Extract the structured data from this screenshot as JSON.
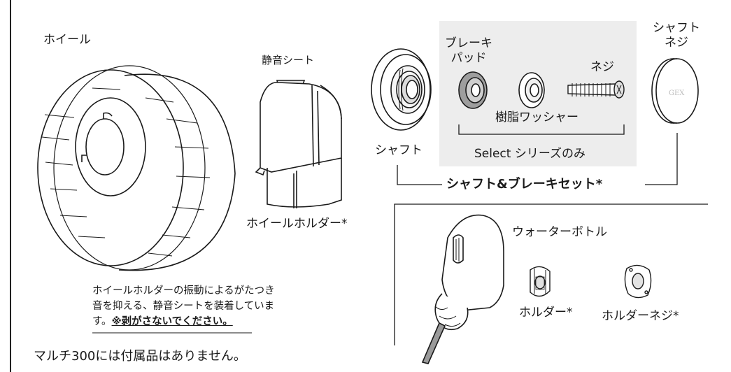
{
  "wheel": {
    "label": "ホイール"
  },
  "silent_sheet": {
    "label": "静音シート"
  },
  "wheel_holder": {
    "label": "ホイールホルダー*"
  },
  "shaft": {
    "label": "シャフト"
  },
  "brake_pad": {
    "label_line1": "ブレーキ",
    "label_line2": "パッド"
  },
  "resin_washer": {
    "label": "樹脂ワッシャー"
  },
  "screw": {
    "label": "ネジ"
  },
  "select_series": {
    "label": "Select シリーズのみ"
  },
  "shaft_screw": {
    "label_line1": "シャフト",
    "label_line2": "ネジ",
    "cap_logo": "GEX"
  },
  "shaft_brake_set": {
    "label": "シャフト&ブレーキセット*"
  },
  "water_bottle": {
    "label": "ウォーターボトル"
  },
  "holder": {
    "label": "ホルダー*"
  },
  "holder_screw": {
    "label": "ホルダーネジ*"
  },
  "note": {
    "line1": "ホイールホルダーの振動によるがたつき",
    "line2": "音を抑える、静音シートを装着していま",
    "line3_prefix": "す。",
    "line3_warning": "※剥がさないでください。"
  },
  "footer": {
    "text": "マルチ300には付属品はありません。"
  }
}
